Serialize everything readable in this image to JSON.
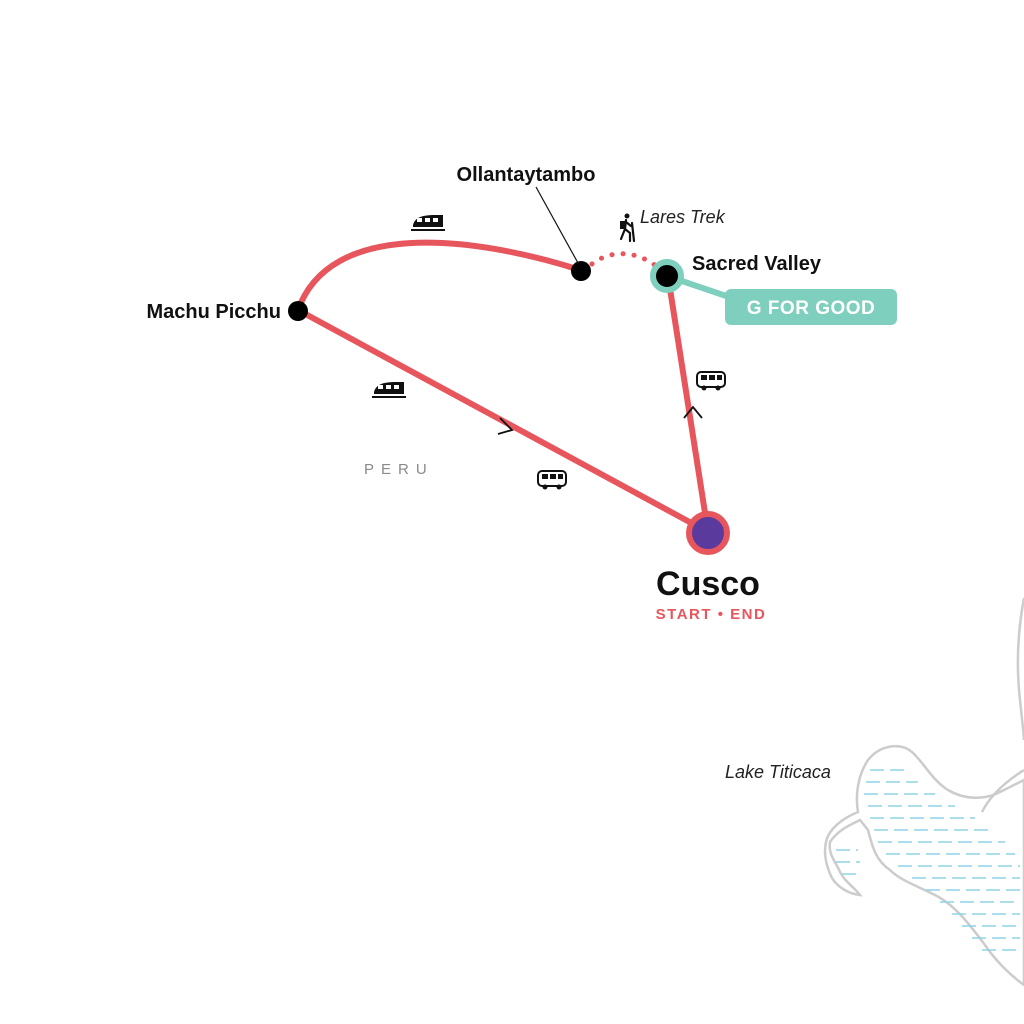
{
  "map": {
    "country_label": "PERU",
    "places": {
      "ollantaytambo": "Ollantaytambo",
      "lares_trek": "Lares Trek",
      "sacred_valley": "Sacred Valley",
      "machu_picchu": "Machu Picchu",
      "cusco": "Cusco",
      "lake_titicaca": "Lake Titicaca"
    },
    "cusco_subtitle": "START • END",
    "badge_label": "G FOR GOOD",
    "transport_icons": [
      "train-icon",
      "train-icon",
      "bus-icon",
      "bus-icon",
      "hiker-icon"
    ],
    "colors": {
      "route": "#e8565d",
      "trek_dotted": "#e8565d",
      "g_for_good": "#7fcfbf",
      "start_marker": "#5b3a9e",
      "stop_marker": "#000000",
      "lake_lines": "#8fd3e6",
      "outline": "#cccccc"
    }
  }
}
